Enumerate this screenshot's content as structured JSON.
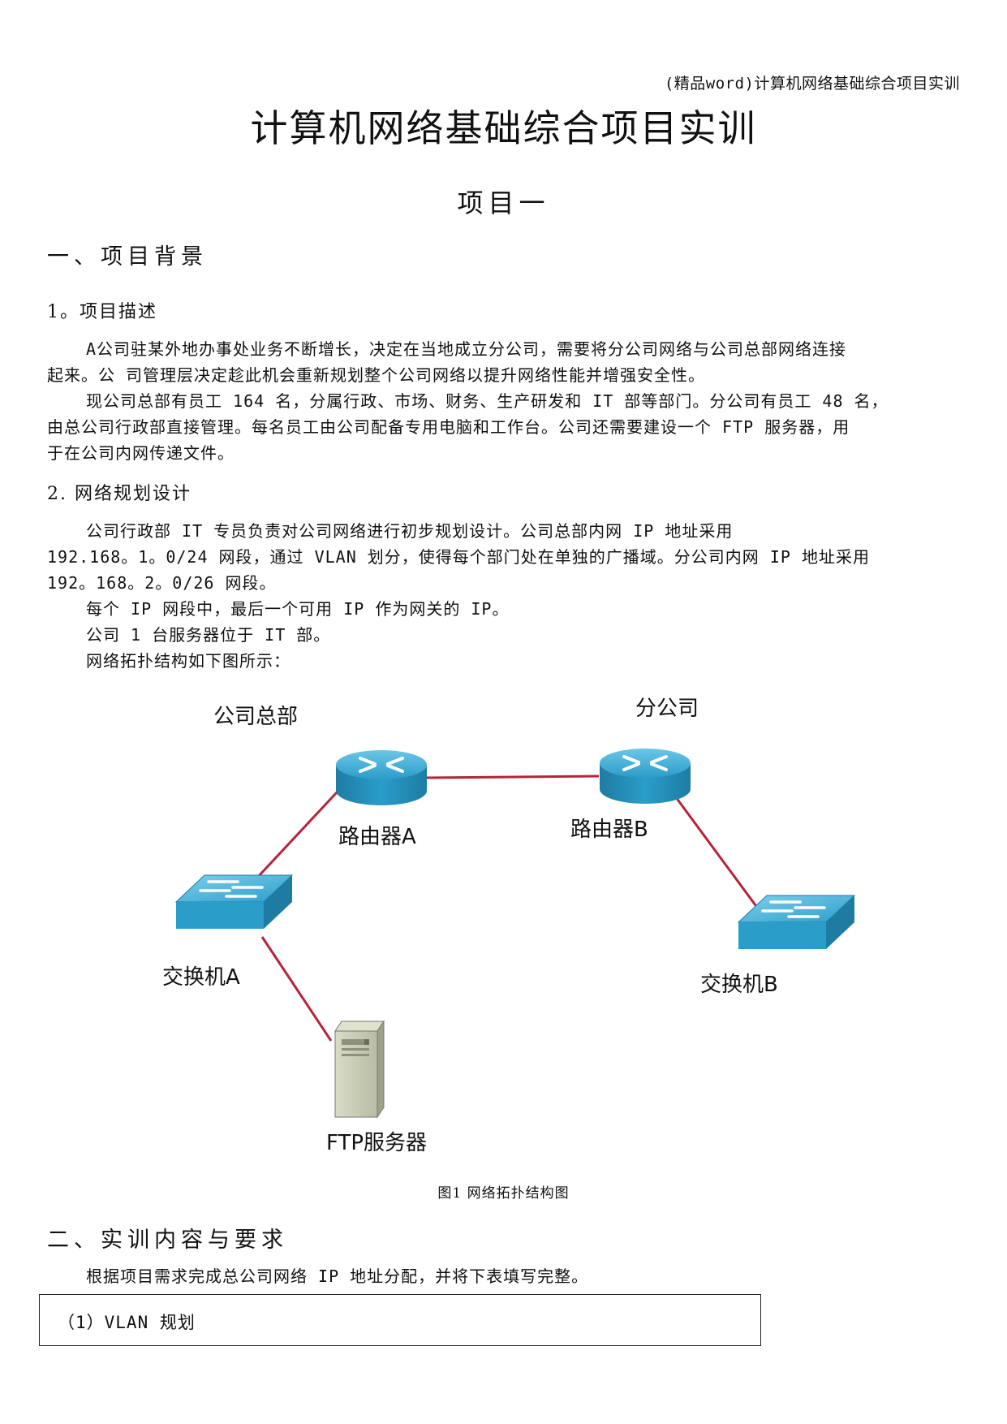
{
  "header_note": "(精品word)计算机网络基础综合项目实训",
  "title": "计算机网络基础综合项目实训",
  "project_heading": "项目一",
  "section1": {
    "heading": "一、项目背景",
    "sub1": {
      "heading": "1。项目描述",
      "p1_line1": "A公司驻某外地办事处业务不断增长，决定在当地成立分公司，需要将分公司网络与公司总部网络连接",
      "p1_line2": "起来。公 司管理层决定趁此机会重新规划整个公司网络以提升网络性能并增强安全性。",
      "p2_line1": "现公司总部有员工 164 名，分属行政、市场、财务、生产研发和 IT 部等部门。分公司有员工 48 名，",
      "p2_line2": "由总公司行政部直接管理。每名员工由公司配备专用电脑和工作台。公司还需要建设一个 FTP 服务器，用",
      "p2_line3": "于在公司内网传递文件。"
    },
    "sub2": {
      "heading": "2. 网络规划设计",
      "p1_line1": "公司行政部 IT 专员负责对公司网络进行初步规划设计。公司总部内网 IP 地址采用",
      "p1_line2": "192.168。1。0/24 网段，通过 VLAN 划分，使得每个部门处在单独的广播域。分公司内网 IP 地址采用",
      "p1_line3": "192。168。2。0/26 网段。",
      "p2": "每个 IP 网段中，最后一个可用 IP 作为网关的 IP。",
      "p3": "公司 1 台服务器位于 IT 部。",
      "p4": "网络拓扑结构如下图所示："
    }
  },
  "diagram": {
    "hq_label": "公司总部",
    "branch_label": "分公司",
    "router_a": "路由器A",
    "router_b": "路由器B",
    "switch_a": "交换机A",
    "switch_b": "交换机B",
    "ftp_server": "FTP服务器",
    "caption": "图1 网络拓扑结构图",
    "colors": {
      "link": "#b5233a",
      "device_blue": "#2a9dc9",
      "server": "#c9ccb4"
    }
  },
  "section2": {
    "heading": "二、实训内容与要求",
    "intro": "根据项目需求完成总公司网络 IP 地址分配，并将下表填写完整。",
    "table_label": "（1）VLAN 规划"
  }
}
